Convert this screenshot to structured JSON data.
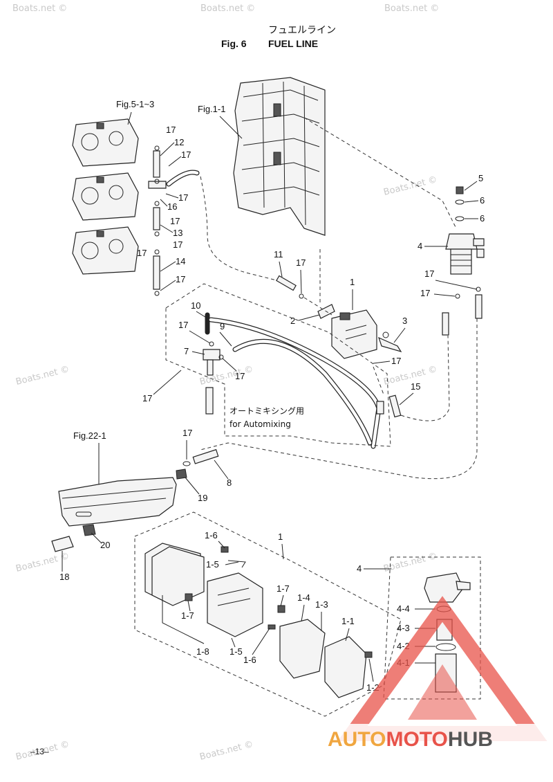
{
  "title": {
    "jp": "フュエルライン",
    "fig": "Fig. 6",
    "name": "FUEL LINE"
  },
  "refs": {
    "fig5": "Fig.5-1~3",
    "fig1": "Fig.1-1",
    "fig22": "Fig.22-1"
  },
  "note": {
    "jp": "オートミキシング用",
    "en": "for Automixing"
  },
  "watermark": "Boats.net ©",
  "page_number": "–13–",
  "logo": {
    "part1": "AUTO",
    "part2": "MOTO",
    "part3": "HUB"
  },
  "callouts": {
    "c5": "5",
    "c6a": "6",
    "c6b": "6",
    "c4": "4",
    "c17r1": "17",
    "c17r2": "17",
    "c17a": "17",
    "c12": "12",
    "c17b": "17",
    "c17c": "17",
    "c16": "16",
    "c17d": "17",
    "c13": "13",
    "c17e": "17",
    "c17f": "17",
    "c14": "14",
    "c17g": "17",
    "c11": "11",
    "c17h": "17",
    "c1": "1",
    "c2": "2",
    "c3": "3",
    "c17i": "17",
    "c10": "10",
    "c9": "9",
    "c17j": "17",
    "c7": "7",
    "c17k": "17",
    "c17l": "17",
    "c15": "15",
    "c17m": "17",
    "c8": "8",
    "c19": "19",
    "c20": "20",
    "c18": "18",
    "d1": "1",
    "d16": "1-6",
    "d15a": "1-5",
    "d17a": "1-7",
    "d17b": "1-7",
    "d14": "1-4",
    "d13": "1-3",
    "d11": "1-1",
    "d18": "1-8",
    "d15b": "1-5",
    "d16b": "1-6",
    "d12": "1-2",
    "f4": "4",
    "f44": "4-4",
    "f43": "4-3",
    "f42": "4-2",
    "f41": "4-1"
  }
}
